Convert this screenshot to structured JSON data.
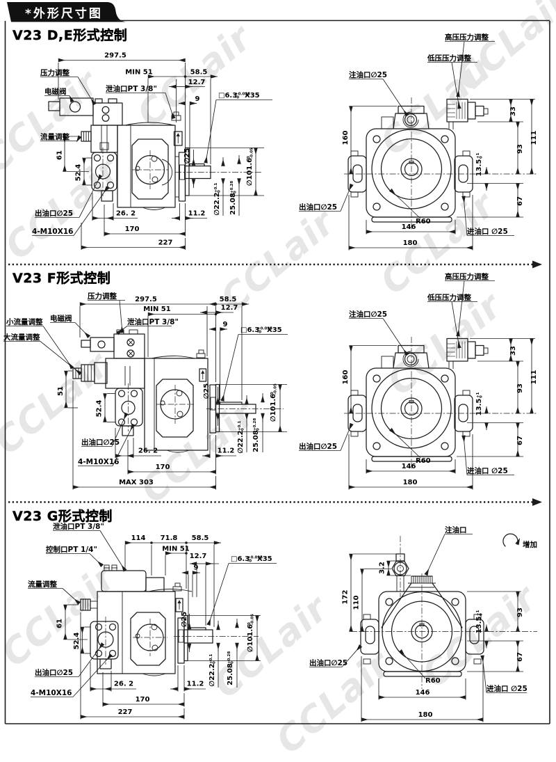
{
  "page": {
    "header_title": "*外形尺寸图",
    "watermark_text": "CCLair",
    "ink_color": "#1c1c1c",
    "watermark_color": "#e6e6e6",
    "background": "#ffffff"
  },
  "sections": [
    {
      "title": "V23 D,E形式控制",
      "side": {
        "labels": {
          "pressure_adjust": "压力调整",
          "solenoid_valve": "电磁阀",
          "flow_adjust": "流量调整",
          "drain_port": "泄油口PT 3/8\"",
          "outlet_port": "出油口∅25",
          "mounting_bolts": "4-M10X16",
          "key_main": "□6.3",
          "key_tol_top": "+0.025",
          "key_tol_bot": "-0",
          "key_suffix": "X35"
        },
        "dims": {
          "overall": "297.5",
          "min51": "MIN 51",
          "d58_5": "58.5",
          "d12_7": "12.7",
          "d9": "9",
          "d61": "61",
          "d52_4": "52.4",
          "shaft_dia": "∅25",
          "d26_2": "26. 2",
          "d11_2": "11.2",
          "d170": "170",
          "d227": "227",
          "phi22_main": "∅22.2",
          "phi22_top": "+0.1",
          "phi22_bot": "0",
          "k25_main": "25.08",
          "k25_top": "+0.28",
          "k25_bot": "0",
          "pilot_main": "∅101.6",
          "pilot_top": "0",
          "pilot_bot": "-0.05"
        }
      },
      "front": {
        "labels": {
          "fill_port": "注油口∅25",
          "hp_adjust": "高压压力调整",
          "lp_adjust": "低压压力调整",
          "outlet_port": "出油口∅25",
          "inlet_port": "进油口 ∅25",
          "radius": "R60"
        },
        "dims": {
          "d160": "160",
          "d33": "33",
          "d111": "111",
          "d93": "93",
          "d13_5_main": "13.5",
          "d13_5_top": "+1",
          "d13_5_bot": "0",
          "d67": "67",
          "d146": "146",
          "d180": "180"
        }
      }
    },
    {
      "title": "V23 F形式控制",
      "side": {
        "labels": {
          "pressure_adjust": "压力调整",
          "solenoid_valve": "电磁阀",
          "small_flow_adjust": "小流量调整",
          "large_flow_adjust": "大流量调整",
          "drain_port": "泄油口PT 3/8\"",
          "outlet_port": "出油口∅25",
          "mounting_bolts": "4-M10X16",
          "key_main": "□6.3",
          "key_tol_top": "+0.025",
          "key_tol_bot": "-0",
          "key_suffix": "X35"
        },
        "dims": {
          "overall": "297.5",
          "min51": "MIN 51",
          "d58_5": "58.5",
          "d12_7": "12.7",
          "d9": "9",
          "d51": "51",
          "d52_4": "52.4",
          "shaft_dia": "∅25",
          "d26_2": "26. 2",
          "d11_2": "11.2",
          "d170": "170",
          "max303": "MAX 303",
          "phi22_main": "∅22.2",
          "phi22_top": "+0.1",
          "phi22_bot": "0",
          "k25_main": "25.08",
          "k25_top": "+0.28",
          "k25_bot": "0",
          "pilot_main": "∅101.6",
          "pilot_top": "0",
          "pilot_bot": "-0.05"
        }
      },
      "front": {
        "labels": {
          "fill_port": "注油口∅25",
          "hp_adjust": "高压压力调整",
          "lp_adjust": "低压压力调整",
          "outlet_port": "出油口∅25",
          "inlet_port": "进油口 ∅25",
          "radius": "R60"
        },
        "dims": {
          "d160": "160",
          "d33": "33",
          "d111": "111",
          "d93": "93",
          "d13_5_main": "13.5",
          "d13_5_top": "+1",
          "d13_5_bot": "0",
          "d67": "67",
          "d146": "146",
          "d180": "180"
        }
      }
    },
    {
      "title": "V23 G形式控制",
      "side": {
        "labels": {
          "drain_port": "泄油口PT 3/8\"",
          "control_port": "控制口PT 1/4\"",
          "flow_adjust": "流量调整",
          "outlet_port": "出油口∅25",
          "mounting_bolts": "4-M10X16",
          "key_main": "□6.3",
          "key_tol_top": "+0.025",
          "key_tol_bot": "-0",
          "key_suffix": "X35"
        },
        "dims": {
          "d114": "114",
          "d71_8": "71.8",
          "d58_5": "58.5",
          "min51": "MIN 51",
          "d12_7": "12.7",
          "d9": "9",
          "d61": "61",
          "d52_4": "52.4",
          "shaft_dia": "∅25",
          "d26_2": "26. 2",
          "d11_2": "11.2",
          "d170": "170",
          "d227": "227",
          "phi22_main": "∅22.2",
          "phi22_top": "+0.1",
          "phi22_bot": "0",
          "k25_main": "25.08",
          "k25_top": "+0.28",
          "k25_bot": "0",
          "pilot_main": "∅101.6",
          "pilot_top": "0",
          "pilot_bot": "-0.05"
        }
      },
      "front": {
        "labels": {
          "fill_port": "注油口",
          "increase": "增加",
          "outlet_port": "出油口∅25",
          "inlet_port": "进油口 ∅25",
          "radius": "R60"
        },
        "dims": {
          "d3_2": "3.2",
          "d172": "172",
          "d110": "110",
          "d93": "93",
          "d13_5_main": "13.5",
          "d13_5_top": "+1",
          "d13_5_bot": "0",
          "d67": "67",
          "d146": "146",
          "d180": "180"
        }
      }
    }
  ]
}
